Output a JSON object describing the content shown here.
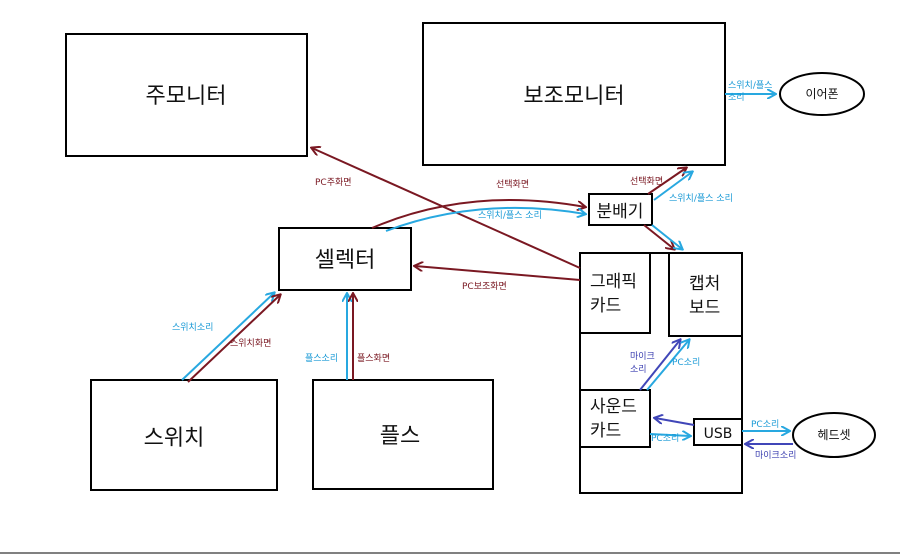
{
  "nodes": {
    "main_monitor": "주모니터",
    "sub_monitor": "보조모니터",
    "selector": "셀렉터",
    "switch": "스위치",
    "ps": "플스",
    "splitter": "분배기",
    "graphics_card": [
      "그래픽",
      "카드"
    ],
    "capture_board": [
      "캡처",
      "보드"
    ],
    "sound_card": [
      "사운드",
      "카드"
    ],
    "usb": "USB",
    "earphone": "이어폰",
    "headset": "헤드셋"
  },
  "edges": {
    "pc_main_screen": "PC주화면",
    "pc_sub_screen": "PC보조화면",
    "selected_screen_1": "선택화면",
    "selected_screen_2": "선택화면",
    "switch_ps_sound_1": "스위치/플스 소리",
    "switch_ps_sound_2": "스위치/플스 소리",
    "switch_ps_sound_3": [
      "스위치/플스",
      "소리"
    ],
    "switch_sound": "스위치소리",
    "switch_screen": "스위치화면",
    "ps_sound": "플스소리",
    "ps_screen": "플스화면",
    "mic_sound_1": [
      "마이크",
      "소리"
    ],
    "mic_sound_2": "마이크소리",
    "pc_sound_1": "PC소리",
    "pc_sound_2": "PC소리",
    "pc_sound_3": "PC소리"
  },
  "colors": {
    "video": "#7a1822",
    "sound": "#28a8e0",
    "mic": "#4046b8",
    "box_border": "#000000"
  }
}
